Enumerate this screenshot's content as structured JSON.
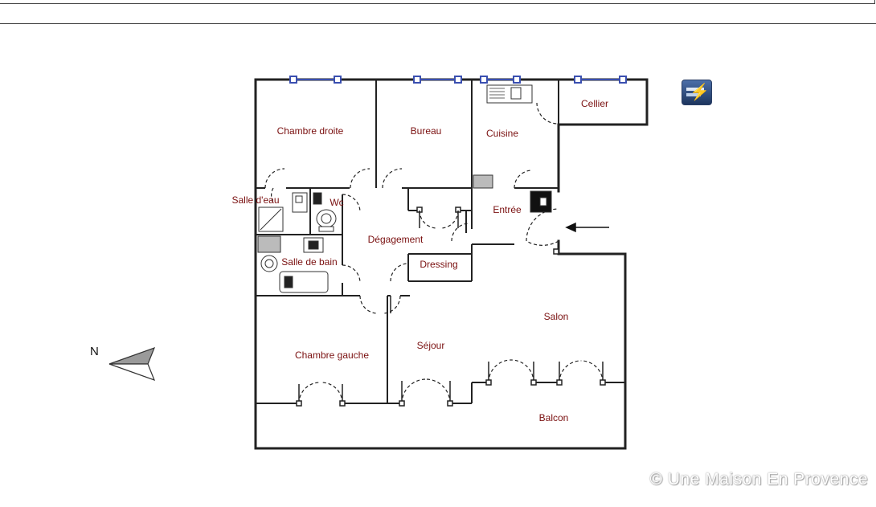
{
  "rooms": {
    "chambre_droite": "Chambre droite",
    "bureau": "Bureau",
    "cuisine": "Cuisine",
    "cellier": "Cellier",
    "salle_deau": "Salle d'eau",
    "wc": "Wc",
    "entree": "Entrée",
    "degagement": "Dégagement",
    "salle_de_bain": "Salle de bain",
    "dressing": "Dressing",
    "salon": "Salon",
    "chambre_gauche": "Chambre gauche",
    "sejour": "Séjour",
    "balcon": "Balcon"
  },
  "compass": {
    "label": "N"
  },
  "watermark": "© Une Maison En Provence",
  "icons": {
    "app": "app-icon",
    "north": "north-arrow-icon",
    "entrance": "entrance-arrow-icon"
  }
}
